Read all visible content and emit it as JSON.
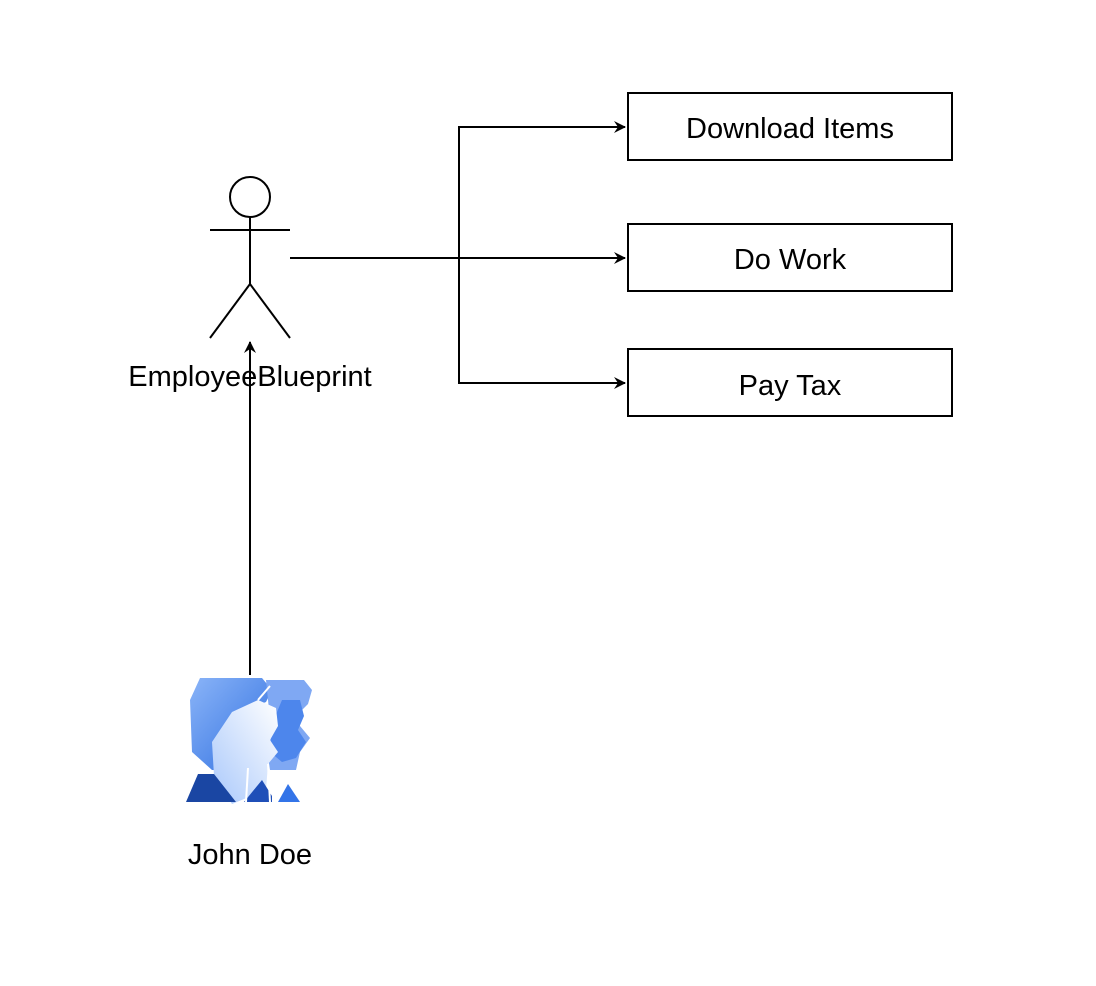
{
  "actor": {
    "label": "EmployeeBlueprint",
    "icon": "stick-figure-actor-icon"
  },
  "instance": {
    "label": "John Doe",
    "icon": "users-group-icon",
    "colors": {
      "light": "#dbe9ff",
      "mid": "#6ea2f5",
      "dark": "#1a46a3",
      "accent": "#3374e8"
    }
  },
  "actions": [
    {
      "label": "Download Items"
    },
    {
      "label": "Do Work"
    },
    {
      "label": "Pay Tax"
    }
  ],
  "colors": {
    "stroke": "#000000",
    "background": "#ffffff"
  }
}
